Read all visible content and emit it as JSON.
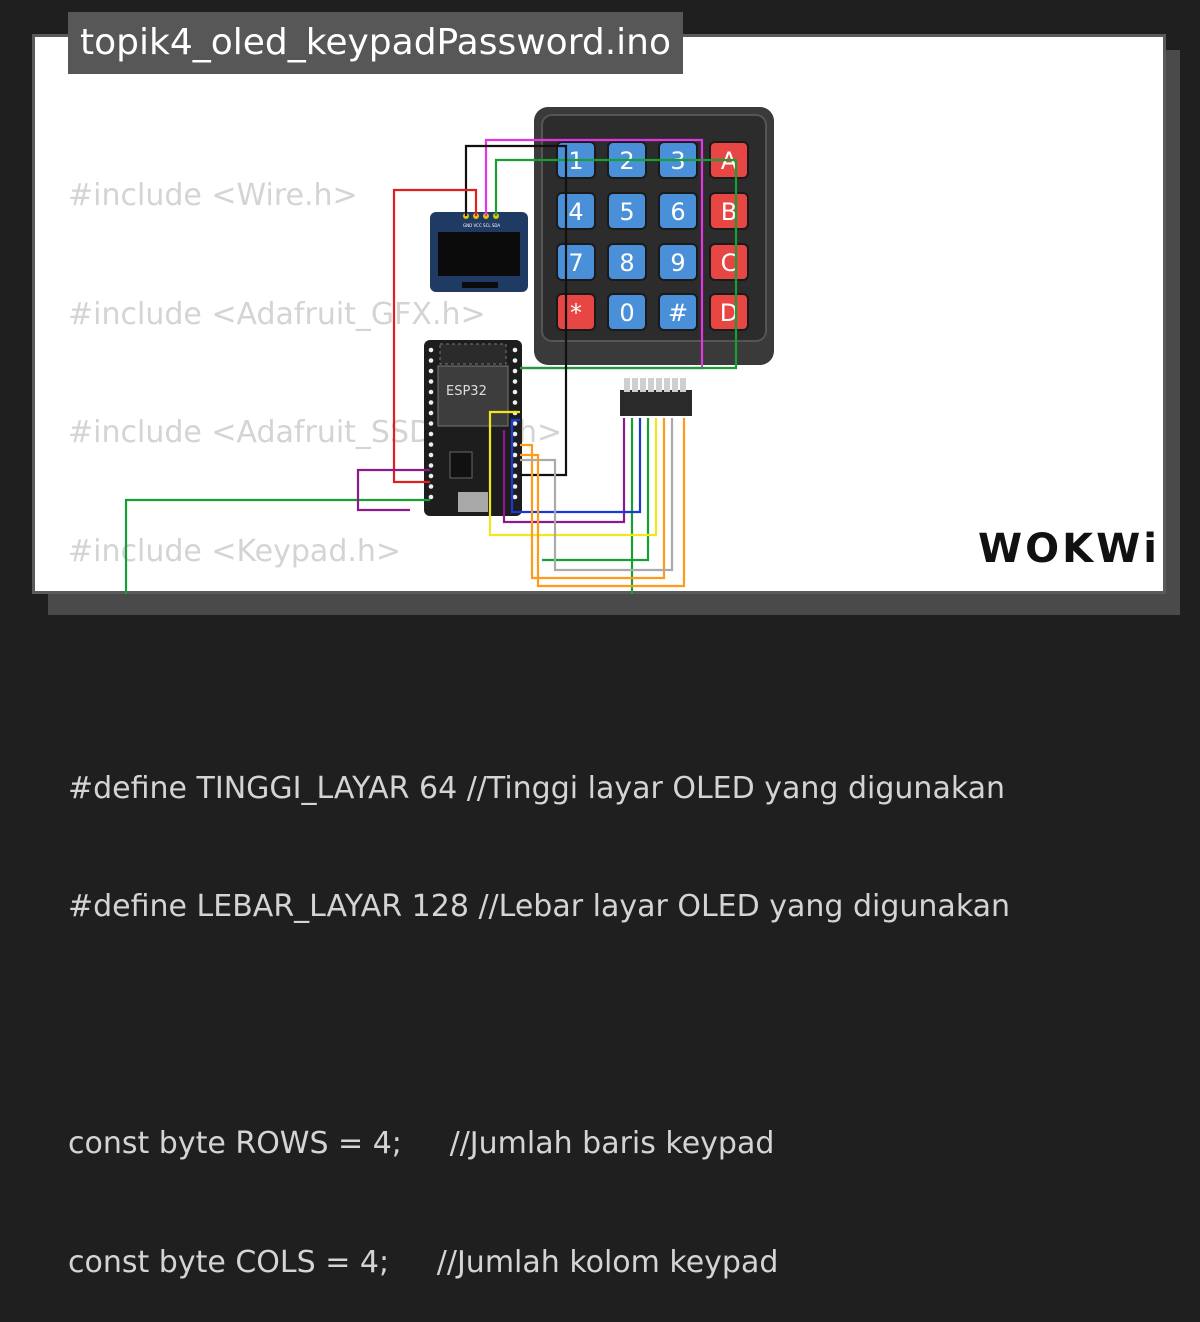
{
  "title": "topik4_oled_keypadPassword.ino",
  "code_lines": [
    "#include <Wire.h>",
    "#include <Adafruit_GFX.h>",
    "#include <Adafruit_SSD1306.h>",
    "#include <Keypad.h>",
    "",
    "#define TINGGI_LAYAR 64 //Tinggi layar OLED yang digunakan",
    "#define LEBAR_LAYAR 128 //Lebar layar OLED yang digunakan",
    "",
    "const byte ROWS = 4;     //Jumlah baris keypad",
    "const byte COLS = 4;     //Jumlah kolom keypad"
  ],
  "keypad": {
    "keys": [
      [
        "1",
        "2",
        "3",
        "A"
      ],
      [
        "4",
        "5",
        "6",
        "B"
      ],
      [
        "7",
        "8",
        "9",
        "C"
      ],
      [
        "*",
        "0",
        "#",
        "D"
      ]
    ],
    "key_color_num": "#4a90d9",
    "key_color_letter": "#e84545"
  },
  "esp32": {
    "label": "ESP32"
  },
  "oled": {
    "pin_labels": "GND VCC SCL SDA"
  },
  "brand": "WOKWi",
  "colors": {
    "background": "#1f1f1f",
    "card": "#ffffff",
    "title_bg": "#575757"
  }
}
